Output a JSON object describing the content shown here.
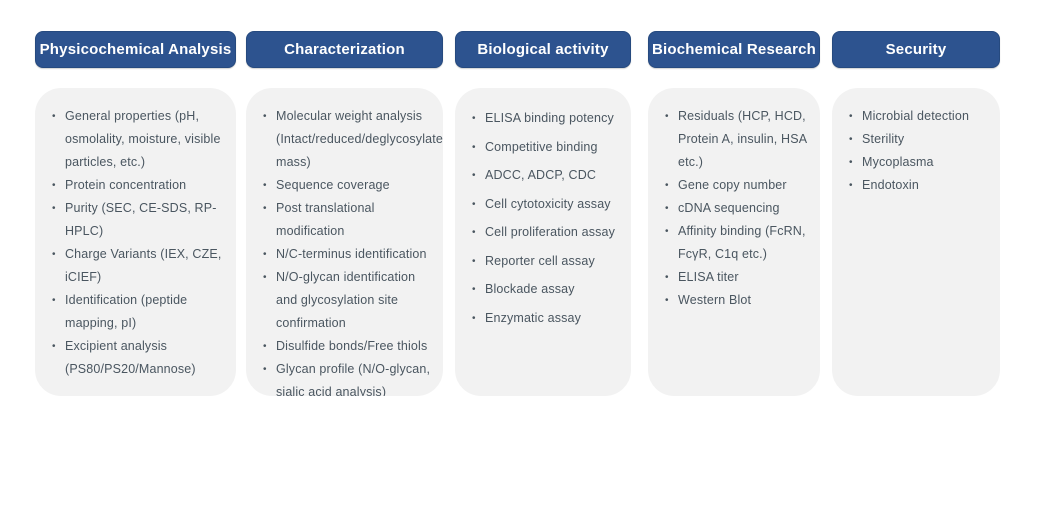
{
  "colors": {
    "header_bg": "#2d538f",
    "header_border": "#264a7f",
    "panel_bg": "#f2f2f2",
    "text": "#4a5660",
    "header_text": "#ffffff"
  },
  "bullet_glyph": "•",
  "columns": [
    {
      "title": "Physicochemical Analysis",
      "loose": false,
      "items": [
        "General properties (pH, osmolality, moisture, visible particles, etc.)",
        "Protein concentration",
        "Purity (SEC,  CE-SDS, RP-HPLC)",
        "Charge Variants (IEX, CZE, iCIEF)",
        "Identification (peptide mapping, pI)",
        "Excipient analysis (PS80/PS20/Mannose)"
      ]
    },
    {
      "title": "Characterization",
      "loose": false,
      "items": [
        "Molecular weight analysis (Intact/reduced/deglycosylated mass)",
        "Sequence coverage",
        "Post translational modification",
        "N/C-terminus identification",
        "N/O-glycan identification and glycosylation site confirmation",
        "Disulfide bonds/Free thiols",
        "Glycan profile (N/O-glycan, sialic acid analysis)"
      ]
    },
    {
      "title": "Biological activity",
      "loose": true,
      "items": [
        "ELISA binding potency",
        "Competitive binding",
        "ADCC, ADCP, CDC",
        "Cell cytotoxicity assay",
        "Cell proliferation assay",
        "Reporter cell assay",
        "Blockade assay",
        "Enzymatic assay"
      ]
    },
    {
      "title": "Biochemical Research",
      "loose": false,
      "items": [
        "Residuals (HCP, HCD, Protein A, insulin, HSA etc.)",
        "Gene copy number",
        "cDNA sequencing",
        "Affinity binding (FcRN, FcγR, C1q etc.)",
        "ELISA titer",
        "Western Blot"
      ]
    },
    {
      "title": "Security",
      "loose": false,
      "items": [
        "Microbial detection",
        "Sterility",
        "Mycoplasma",
        "Endotoxin"
      ]
    }
  ]
}
